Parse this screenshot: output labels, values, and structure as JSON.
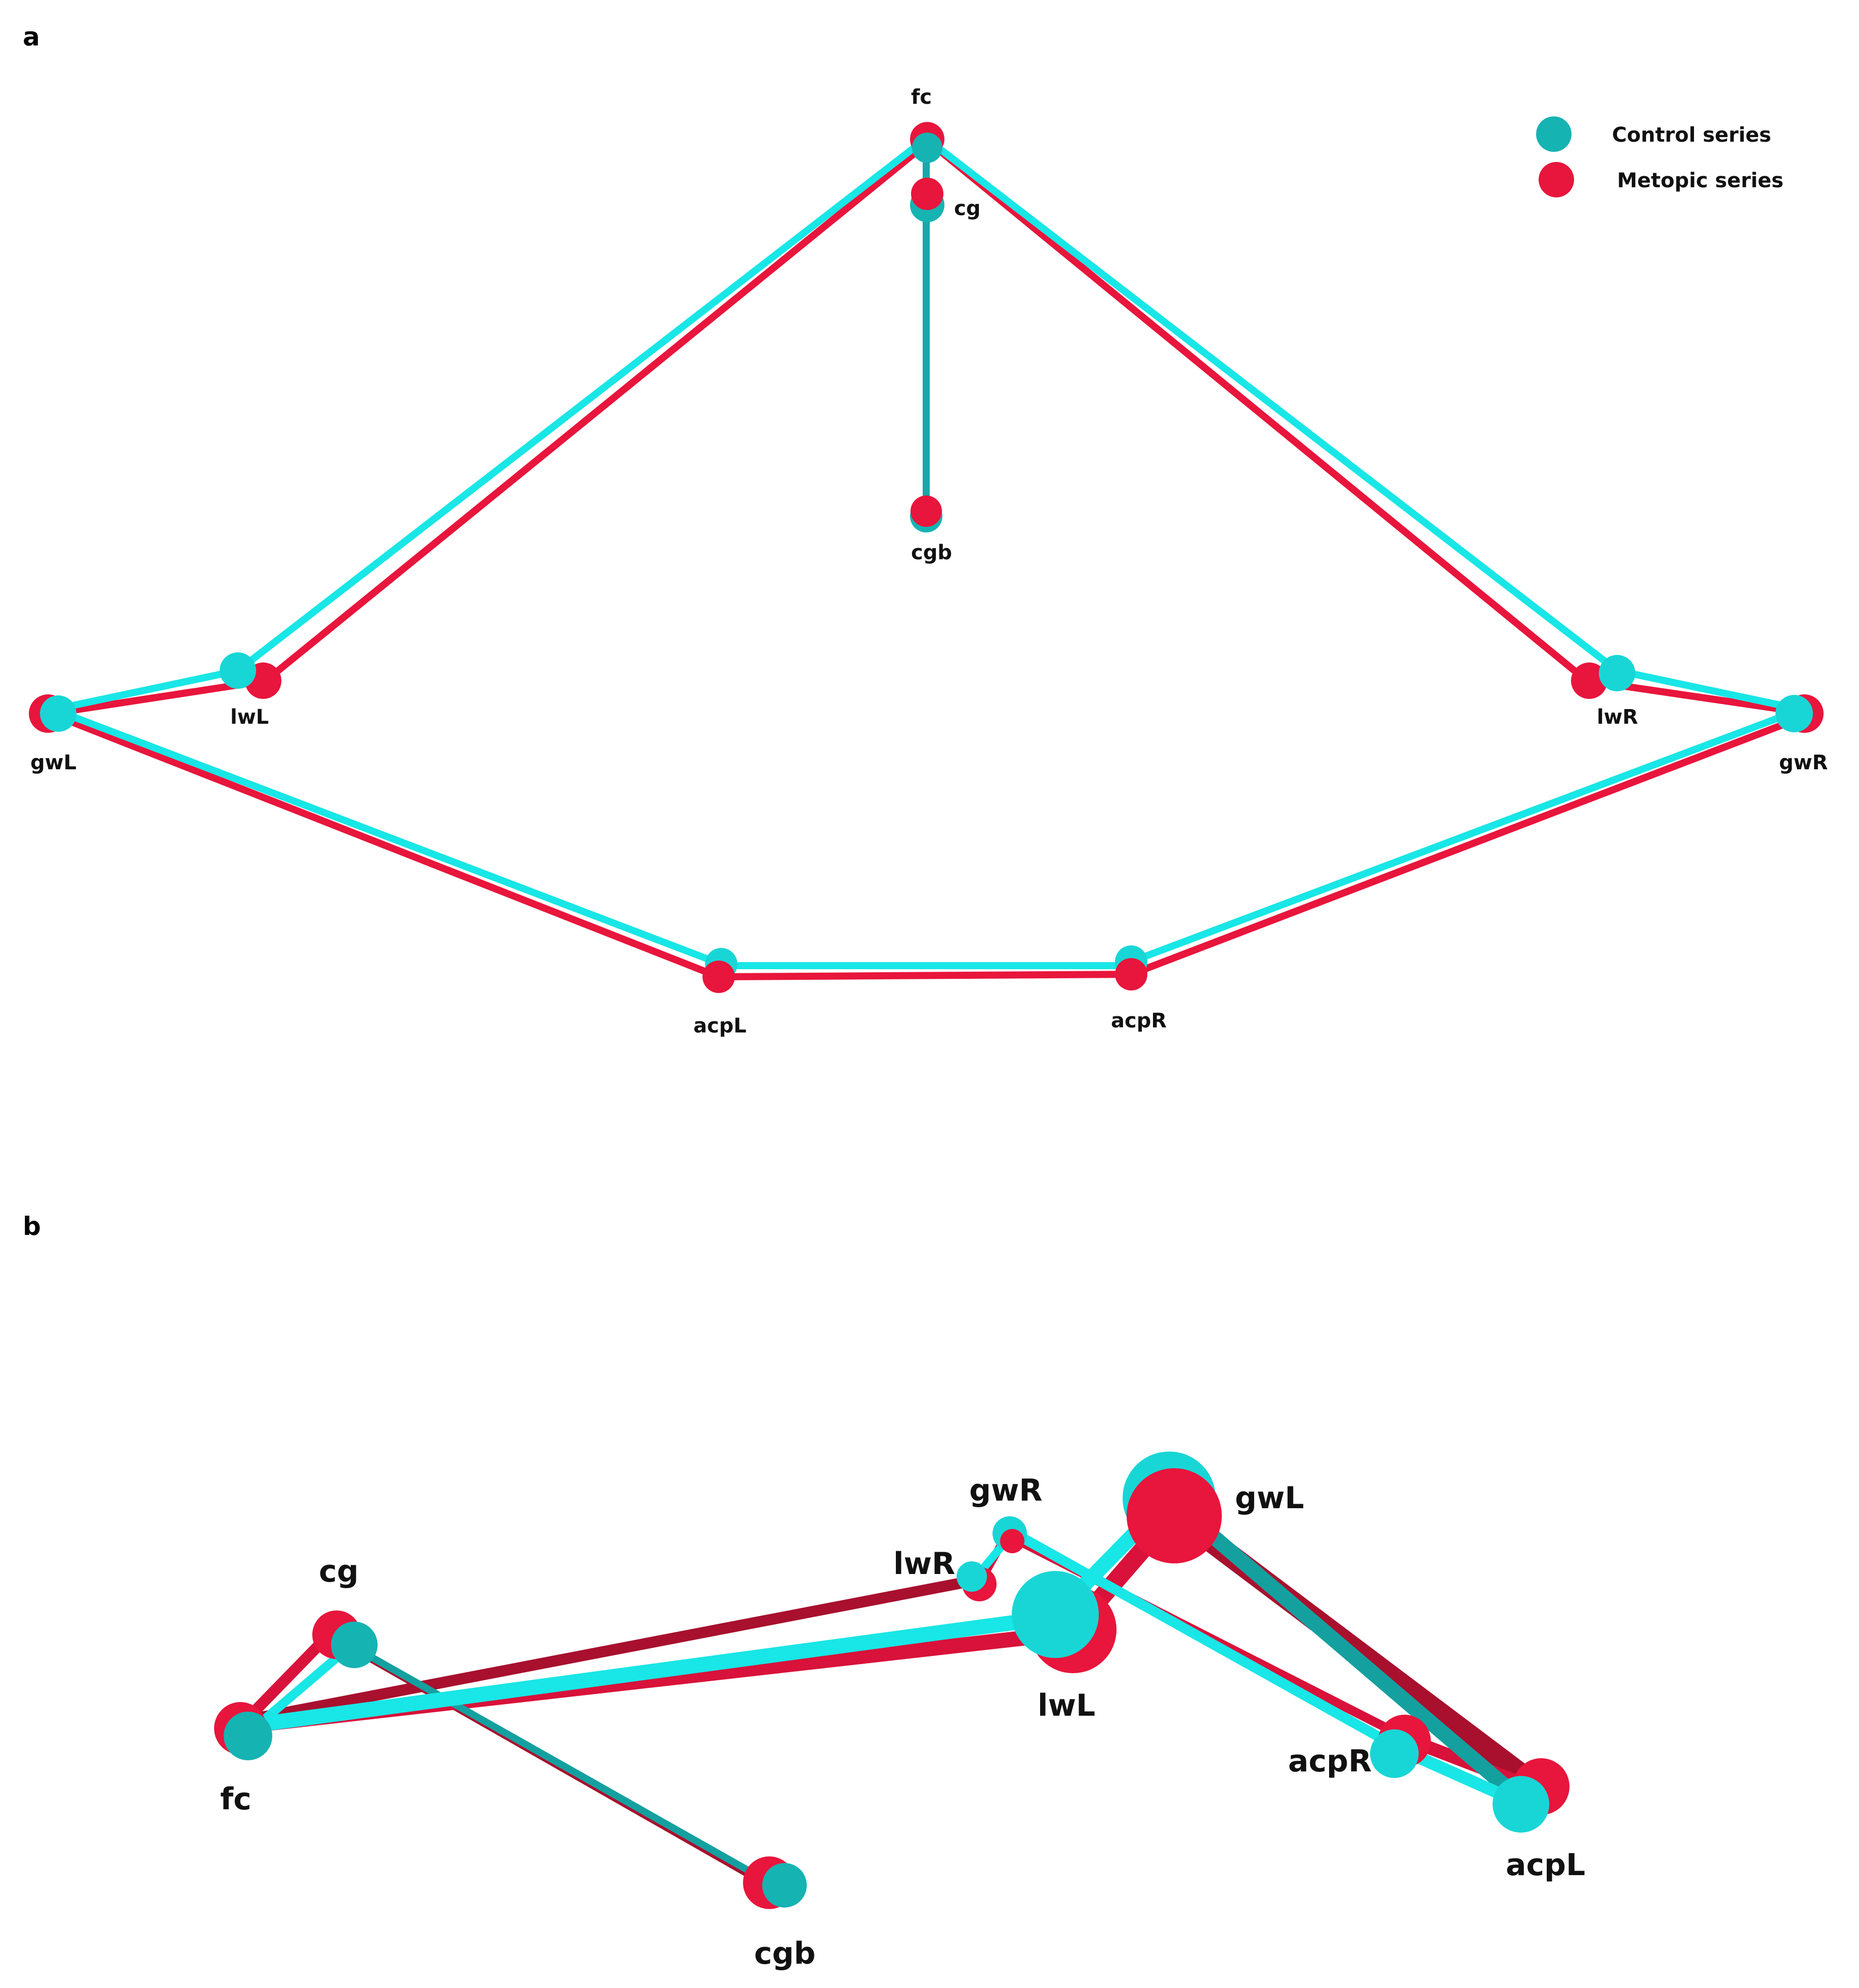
{
  "colors": {
    "control_edge": "#19e6e6",
    "control_ball": "#16b3b3",
    "metopic_edge": "#e8153c",
    "metopic_ball": "#e8153c"
  },
  "legend": {
    "control_label": "Control series",
    "metopic_label": "Metopic series"
  },
  "panel_a": {
    "label": "a",
    "landmarks": {
      "fc": "fc",
      "cg": "cg",
      "cgb": "cgb",
      "lwL": "lwL",
      "gwL": "gwL",
      "lwR": "lwR",
      "gwR": "gwR",
      "acpL": "acpL",
      "acpR": "acpR"
    }
  },
  "panel_b": {
    "label": "b",
    "landmarks": {
      "fc": "fc",
      "cg": "cg",
      "cgb": "cgb",
      "lwL": "lwL",
      "gwL": "gwL",
      "lwR": "lwR",
      "gwR": "gwR",
      "acpL": "acpL",
      "acpR": "acpR"
    }
  }
}
